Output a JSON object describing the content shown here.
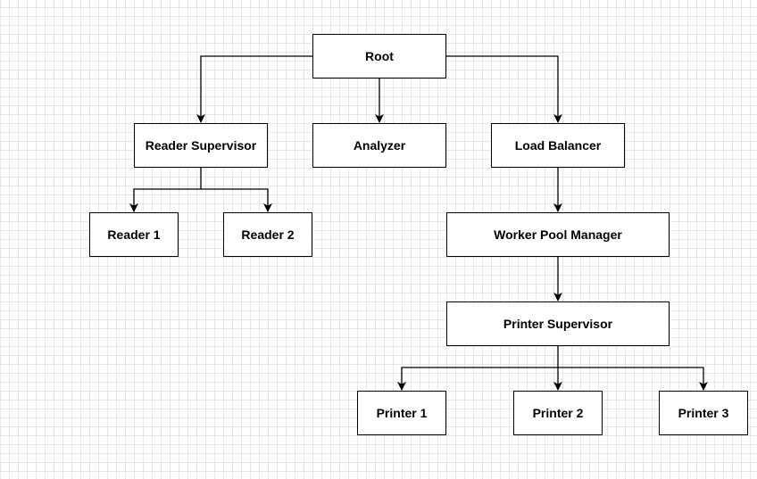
{
  "diagram": {
    "line_color": "#000000",
    "node_fill": "#ffffff",
    "nodes": {
      "root": "Root",
      "reader_supervisor": "Reader Supervisor",
      "analyzer": "Analyzer",
      "load_balancer": "Load Balancer",
      "reader_1": "Reader 1",
      "reader_2": "Reader 2",
      "worker_pool_manager": "Worker Pool Manager",
      "printer_supervisor": "Printer Supervisor",
      "printer_1": "Printer 1",
      "printer_2": "Printer 2",
      "printer_3": "Printer 3"
    },
    "edges": [
      {
        "from": "root",
        "to": "reader_supervisor"
      },
      {
        "from": "root",
        "to": "analyzer"
      },
      {
        "from": "root",
        "to": "load_balancer"
      },
      {
        "from": "reader_supervisor",
        "to": "reader_1"
      },
      {
        "from": "reader_supervisor",
        "to": "reader_2"
      },
      {
        "from": "load_balancer",
        "to": "worker_pool_manager"
      },
      {
        "from": "worker_pool_manager",
        "to": "printer_supervisor"
      },
      {
        "from": "printer_supervisor",
        "to": "printer_1"
      },
      {
        "from": "printer_supervisor",
        "to": "printer_2"
      },
      {
        "from": "printer_supervisor",
        "to": "printer_3"
      }
    ]
  }
}
